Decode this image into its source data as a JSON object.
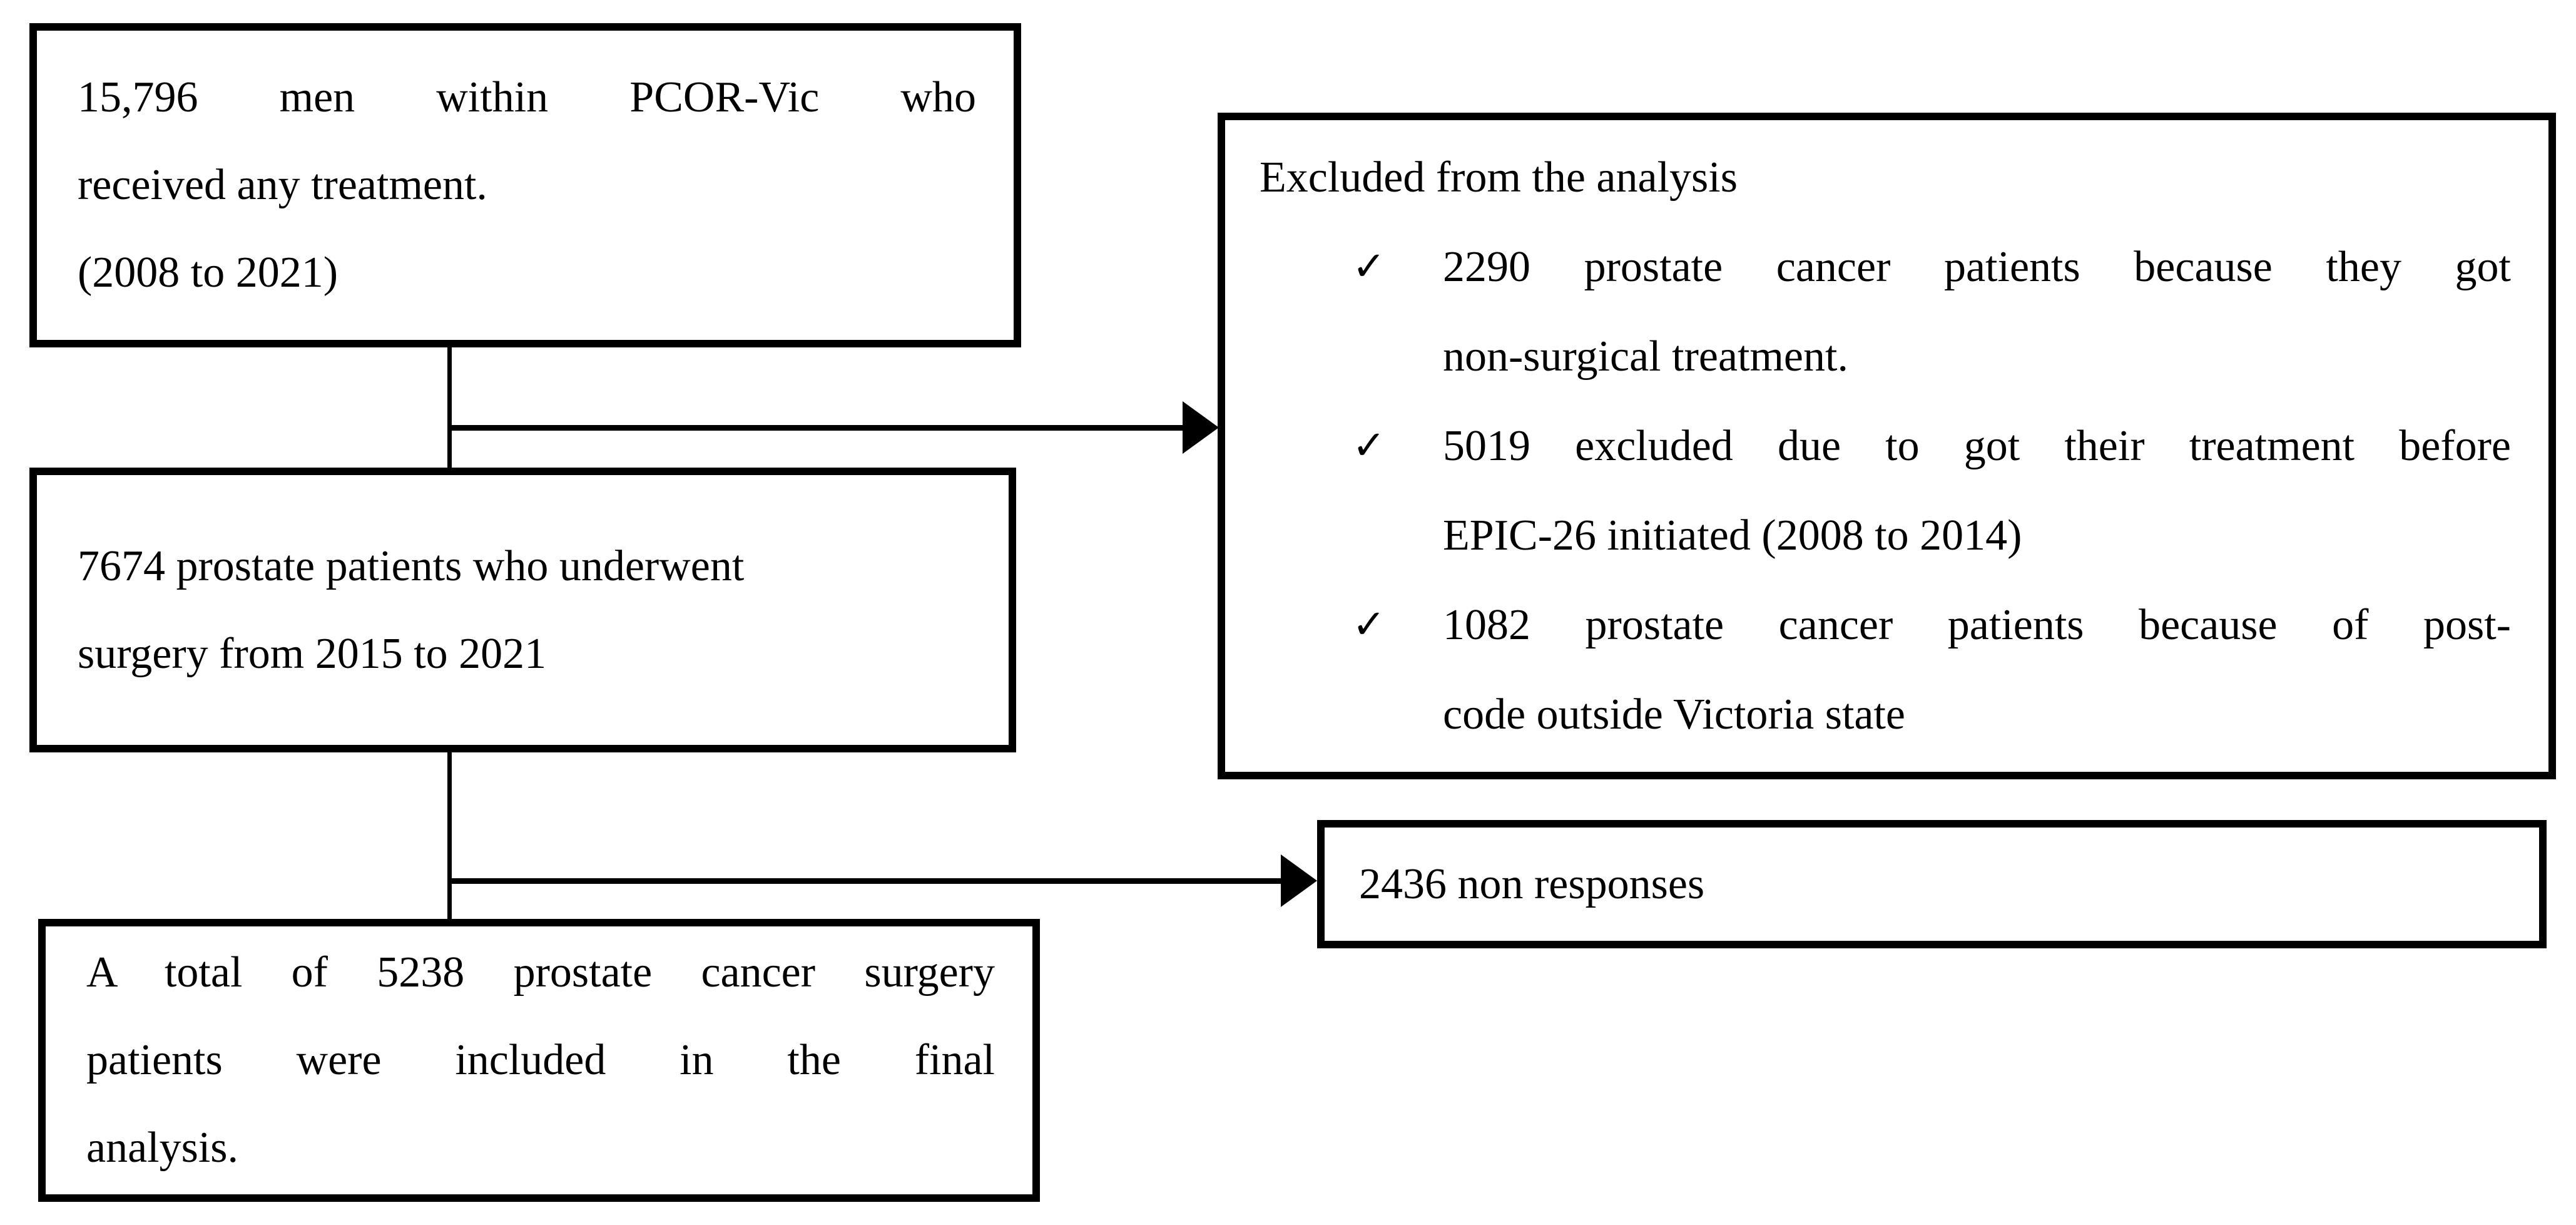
{
  "figure": {
    "type": "patient-flow-diagram",
    "background": "#ffffff",
    "line_color": "#000000",
    "text_color": "#000000"
  },
  "boxes": {
    "box1": {
      "lines": [
        "15,796 men within PCOR-Vic who",
        "received any treatment.",
        "(2008 to 2021)"
      ]
    },
    "box2": {
      "lines": [
        "7674 prostate patients who underwent",
        "surgery from 2015 to 2021"
      ]
    },
    "box3": {
      "lines": [
        "A total of 5238 prostate cancer surgery",
        "patients were included in the final",
        "analysis."
      ]
    },
    "excluded": {
      "title": "Excluded from the analysis",
      "check_glyph": "✓",
      "items": [
        {
          "lines": [
            "2290 prostate cancer patients because they got",
            "non-surgical treatment."
          ]
        },
        {
          "lines": [
            "5019 excluded due to got their treatment before",
            "EPIC-26 initiated (2008 to 2014)"
          ]
        },
        {
          "lines": [
            "1082 prostate cancer patients because of post-",
            "code outside Victoria state"
          ]
        }
      ]
    },
    "nonresponse": {
      "text": "2436 non responses"
    }
  }
}
